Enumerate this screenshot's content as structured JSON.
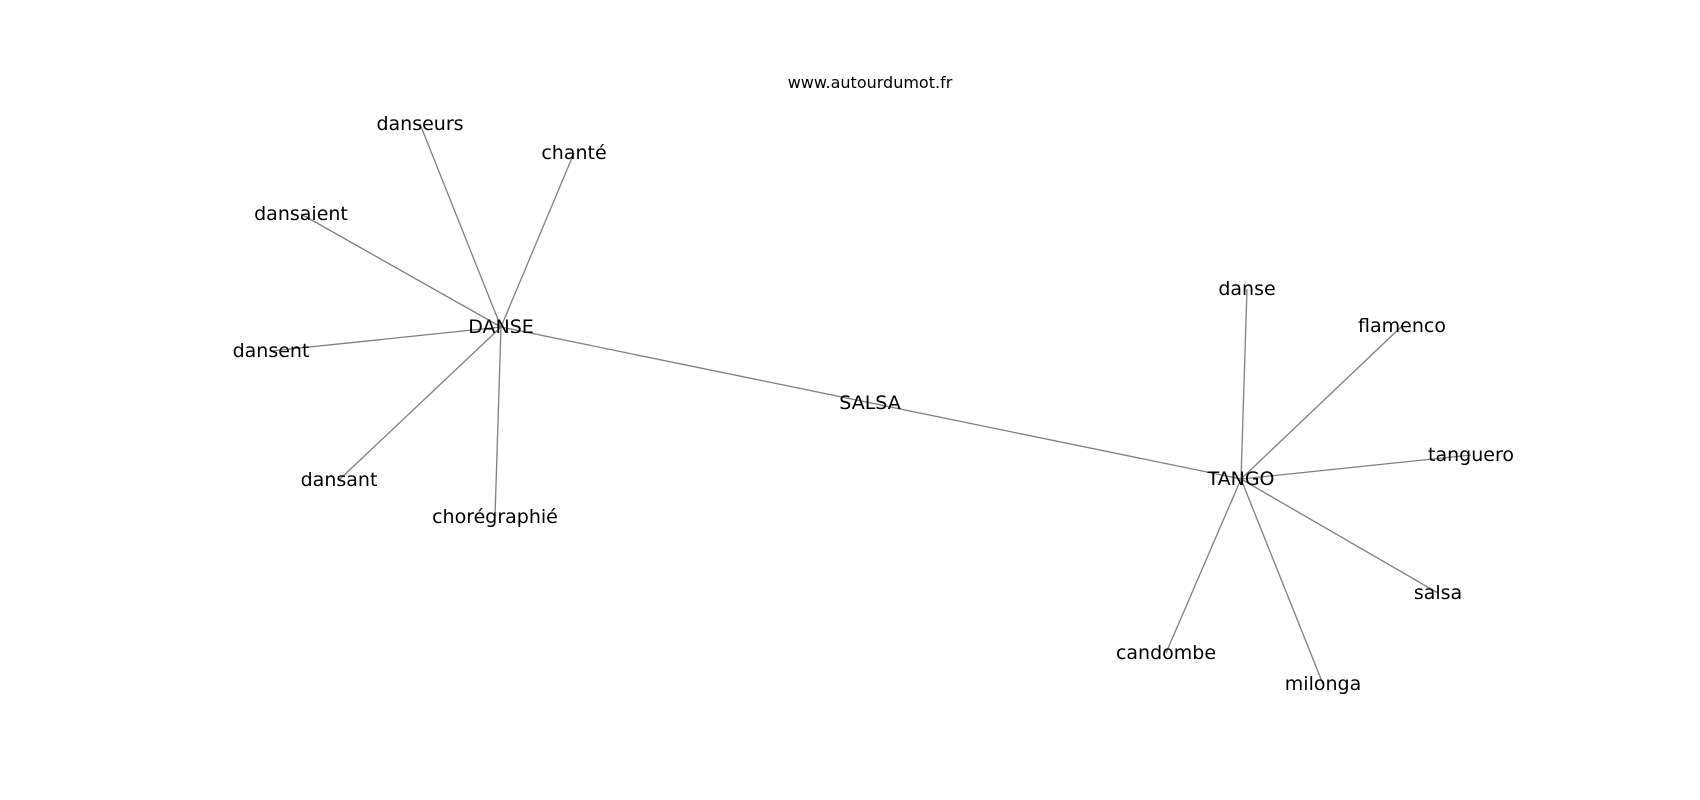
{
  "source": "www.autourdumot.fr",
  "graph": {
    "center": "SALSA",
    "nodes": [
      {
        "id": "salsa_center",
        "label": "SALSA"
      },
      {
        "id": "danse_hub",
        "label": "DANSE"
      },
      {
        "id": "tango_hub",
        "label": "TANGO"
      },
      {
        "id": "danseurs",
        "label": "danseurs"
      },
      {
        "id": "chante",
        "label": "chanté"
      },
      {
        "id": "dansaient",
        "label": "dansaient"
      },
      {
        "id": "dansent",
        "label": "dansent"
      },
      {
        "id": "dansant",
        "label": "dansant"
      },
      {
        "id": "choregraphie",
        "label": "chorégraphié"
      },
      {
        "id": "danse_small",
        "label": "danse"
      },
      {
        "id": "flamenco",
        "label": "flamenco"
      },
      {
        "id": "tanguero",
        "label": "tanguero"
      },
      {
        "id": "salsa_small",
        "label": "salsa"
      },
      {
        "id": "milonga",
        "label": "milonga"
      },
      {
        "id": "candombe",
        "label": "candombe"
      }
    ],
    "edges": [
      [
        "danse_hub",
        "tango_hub"
      ],
      [
        "danse_hub",
        "danseurs"
      ],
      [
        "danse_hub",
        "chante"
      ],
      [
        "danse_hub",
        "dansaient"
      ],
      [
        "danse_hub",
        "dansent"
      ],
      [
        "danse_hub",
        "dansant"
      ],
      [
        "danse_hub",
        "choregraphie"
      ],
      [
        "tango_hub",
        "danse_small"
      ],
      [
        "tango_hub",
        "flamenco"
      ],
      [
        "tango_hub",
        "tanguero"
      ],
      [
        "tango_hub",
        "salsa_small"
      ],
      [
        "tango_hub",
        "milonga"
      ],
      [
        "tango_hub",
        "candombe"
      ]
    ]
  }
}
